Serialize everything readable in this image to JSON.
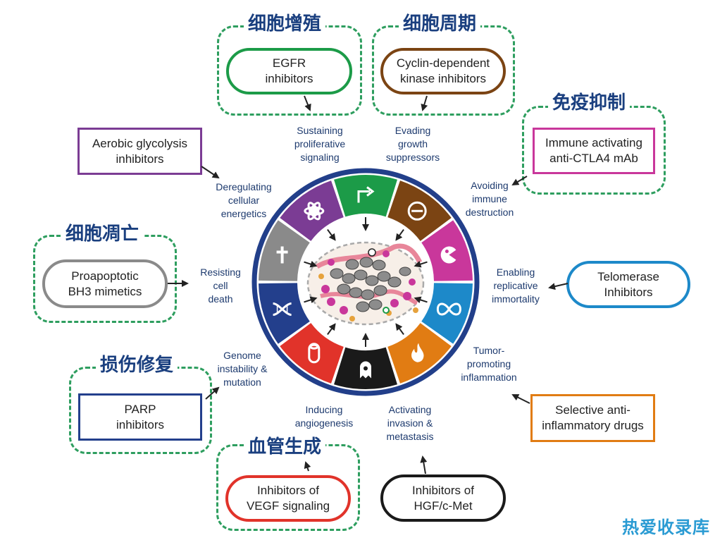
{
  "categories": {
    "proliferation": "细胞增殖",
    "cell_cycle": "细胞周期",
    "immune_suppression": "免疫抑制",
    "apoptosis": "细胞凋亡",
    "damage_repair": "损伤修复",
    "angiogenesis": "血管生成"
  },
  "drugs": {
    "egfr": "EGFR\ninhibitors",
    "cdk": "Cyclin-dependent\nkinase inhibitors",
    "ctla4": "Immune activating\nanti-CTLA4 mAb",
    "telomerase": "Telomerase\nInhibitors",
    "antiinflammatory": "Selective anti-\ninflammatory drugs",
    "hgf": "Inhibitors of\nHGF/c-Met",
    "vegf": "Inhibitors of\nVEGF signaling",
    "parp": "PARP\ninhibitors",
    "bh3": "Proapoptotic\nBH3 mimetics",
    "glycolysis": "Aerobic glycolysis\ninhibitors"
  },
  "hallmarks": {
    "proliferative": "Sustaining\nproliferative\nsignaling",
    "growth_suppressors": "Evading\ngrowth\nsuppressors",
    "immune": "Avoiding\nimmune\ndestruction",
    "replicative": "Enabling\nreplicative\nimmortality",
    "inflammation": "Tumor-\npromoting\ninflammation",
    "invasion": "Activating\ninvasion &\nmetastasis",
    "angiogenesis": "Inducing\nangiogenesis",
    "genome": "Genome\ninstability &\nmutation",
    "cell_death": "Resisting\ncell\ndeath",
    "energetics": "Deregulating\ncellular\nenergetics"
  },
  "wheel_segments": [
    {
      "name": "proliferative",
      "color": "#1c9b48",
      "icon": "arrow-icon"
    },
    {
      "name": "growth_suppressors",
      "color": "#7b4413",
      "icon": "no-entry-icon"
    },
    {
      "name": "immune",
      "color": "#c9379b",
      "icon": "pacman-icon"
    },
    {
      "name": "replicative",
      "color": "#1d89c9",
      "icon": "infinity-icon"
    },
    {
      "name": "inflammation",
      "color": "#e17c13",
      "icon": "flame-icon"
    },
    {
      "name": "invasion",
      "color": "#1a1a1a",
      "icon": "ghost-cell-icon"
    },
    {
      "name": "angiogenesis",
      "color": "#e1332a",
      "icon": "vessel-icon"
    },
    {
      "name": "genome",
      "color": "#233f8c",
      "icon": "dna-icon"
    },
    {
      "name": "cell_death",
      "color": "#8a8a8a",
      "icon": "cross-icon"
    },
    {
      "name": "energetics",
      "color": "#7b3c94",
      "icon": "atom-icon"
    }
  ],
  "colors": {
    "ring": "#223f8a",
    "dash": "#2e9e5f",
    "egfr": "#1c9b48",
    "cdk": "#7b4413",
    "ctla4": "#c9379b",
    "telomerase": "#1d89c9",
    "antiinflammatory": "#e17c13",
    "hgf": "#1a1a1a",
    "vegf": "#e1332a",
    "parp": "#233f8c",
    "bh3": "#8a8a8a",
    "glycolysis": "#7b3c94"
  },
  "watermark": "热爱收录库"
}
